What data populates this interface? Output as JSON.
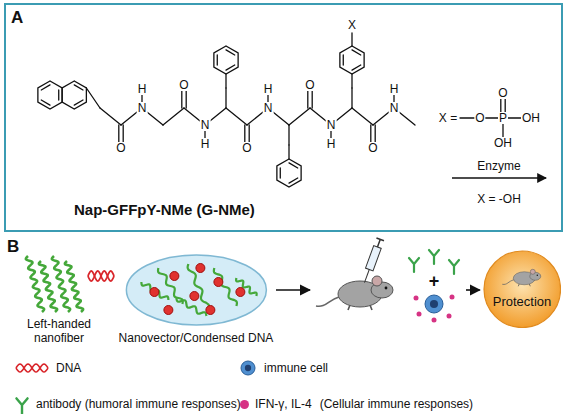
{
  "diagram": {
    "nodes": [
      {
        "text": [
          "A",
          "Nap-GFFpY-NMe (G-NMe)"
        ]
      },
      {
        "text": [
          "Left-handed nanofiber"
        ]
      },
      {
        "text": [
          "Nanovector/Condensed DNA"
        ]
      },
      {
        "text": [
          "Protection"
        ]
      }
    ],
    "labels": [
      "B",
      "X",
      "X =",
      "O",
      "P",
      "OH",
      "O",
      "OH",
      "Enzyme",
      "X = -OH",
      "O",
      "O",
      "O",
      "O",
      "O",
      "N",
      "N",
      "N",
      "N",
      "N",
      "H",
      "H",
      "H",
      "H",
      "H",
      "+",
      "(Cellular immune responses)"
    ],
    "legend": [
      {
        "text": "DNA"
      },
      {
        "text": "immune cell"
      },
      {
        "text": "antibody (humoral immune responses)"
      },
      {
        "text": "IFN-γ, IL-4",
        "color": "#d63384"
      }
    ]
  }
}
